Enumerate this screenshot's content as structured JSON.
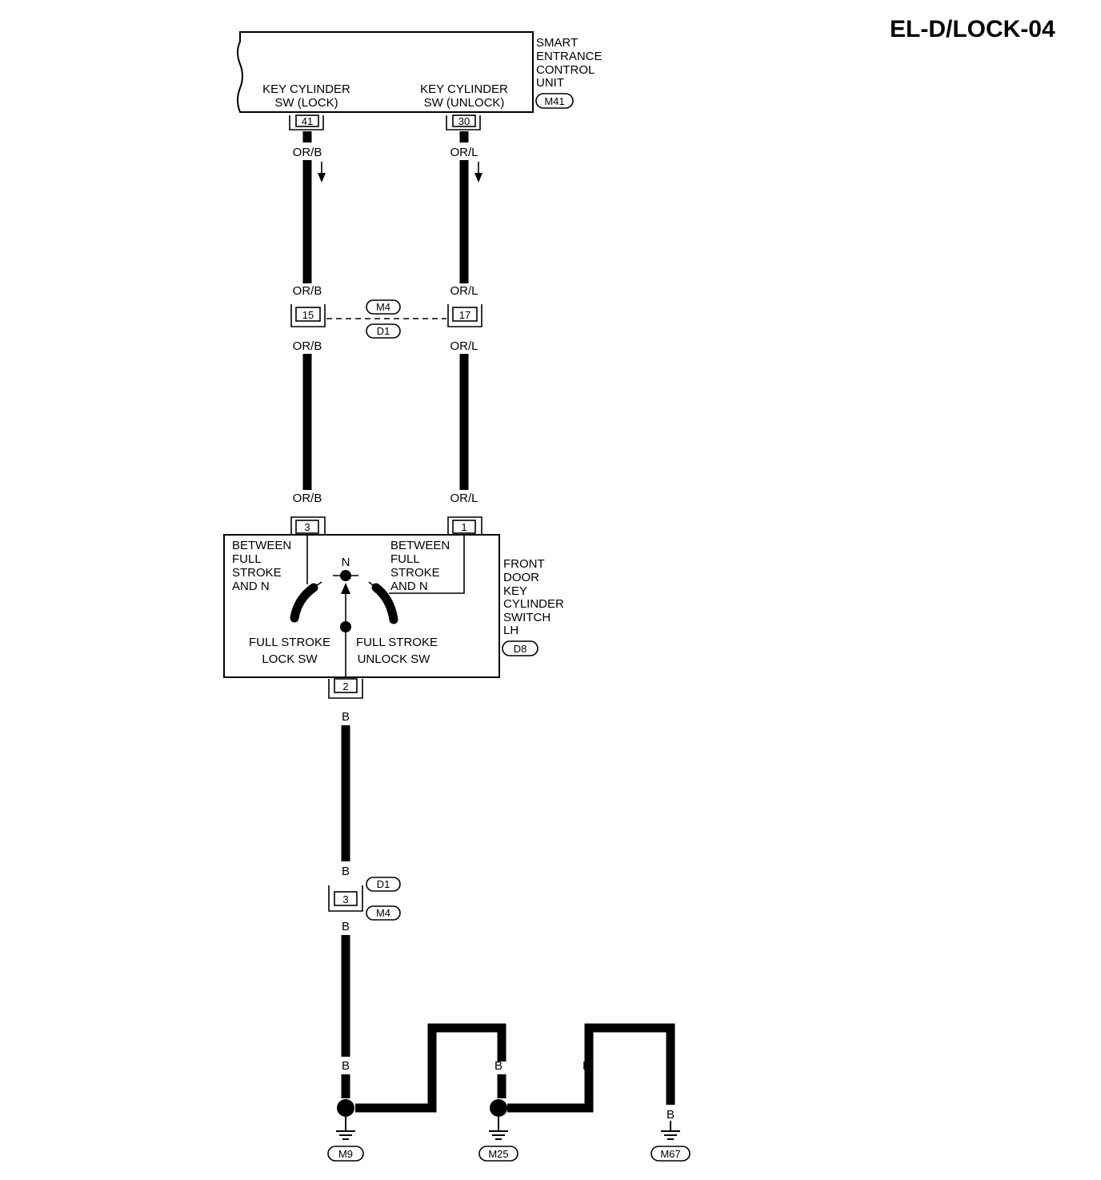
{
  "page_code": "EL-D/LOCK-04",
  "control_unit": {
    "name_lines": [
      "SMART",
      "ENTRANCE",
      "CONTROL",
      "UNIT"
    ],
    "connector": "M41",
    "lock_label_lines": [
      "KEY CYLINDER",
      "SW (LOCK)"
    ],
    "unlock_label_lines": [
      "KEY CYLINDER",
      "SW (UNLOCK)"
    ],
    "lock_pin": "41",
    "unlock_pin": "30"
  },
  "wire_colors": {
    "lock": "OR/B",
    "unlock": "OR/L",
    "ground": "B"
  },
  "joint_connector_upper": {
    "connector_a": "M4",
    "connector_b": "D1",
    "lock_pin": "15",
    "unlock_pin": "17"
  },
  "key_switch": {
    "name_lines": [
      "FRONT",
      "DOOR",
      "KEY",
      "CYLINDER",
      "SWITCH",
      "LH"
    ],
    "connector": "D8",
    "pin_lock": "3",
    "pin_unlock": "1",
    "pin_ground": "2",
    "left_label_lines": [
      "BETWEEN",
      "FULL",
      "STROKE",
      "AND N"
    ],
    "right_label_lines": [
      "BETWEEN",
      "FULL",
      "STROKE",
      "AND N"
    ],
    "neutral": "N",
    "lock_sw_lines": [
      "FULL STROKE",
      "LOCK SW"
    ],
    "unlock_sw_lines": [
      "FULL STROKE",
      "UNLOCK SW"
    ]
  },
  "joint_connector_lower": {
    "connector_top": "D1",
    "connector_bottom": "M4",
    "pin": "3"
  },
  "grounds": [
    "M9",
    "M25",
    "M67"
  ]
}
